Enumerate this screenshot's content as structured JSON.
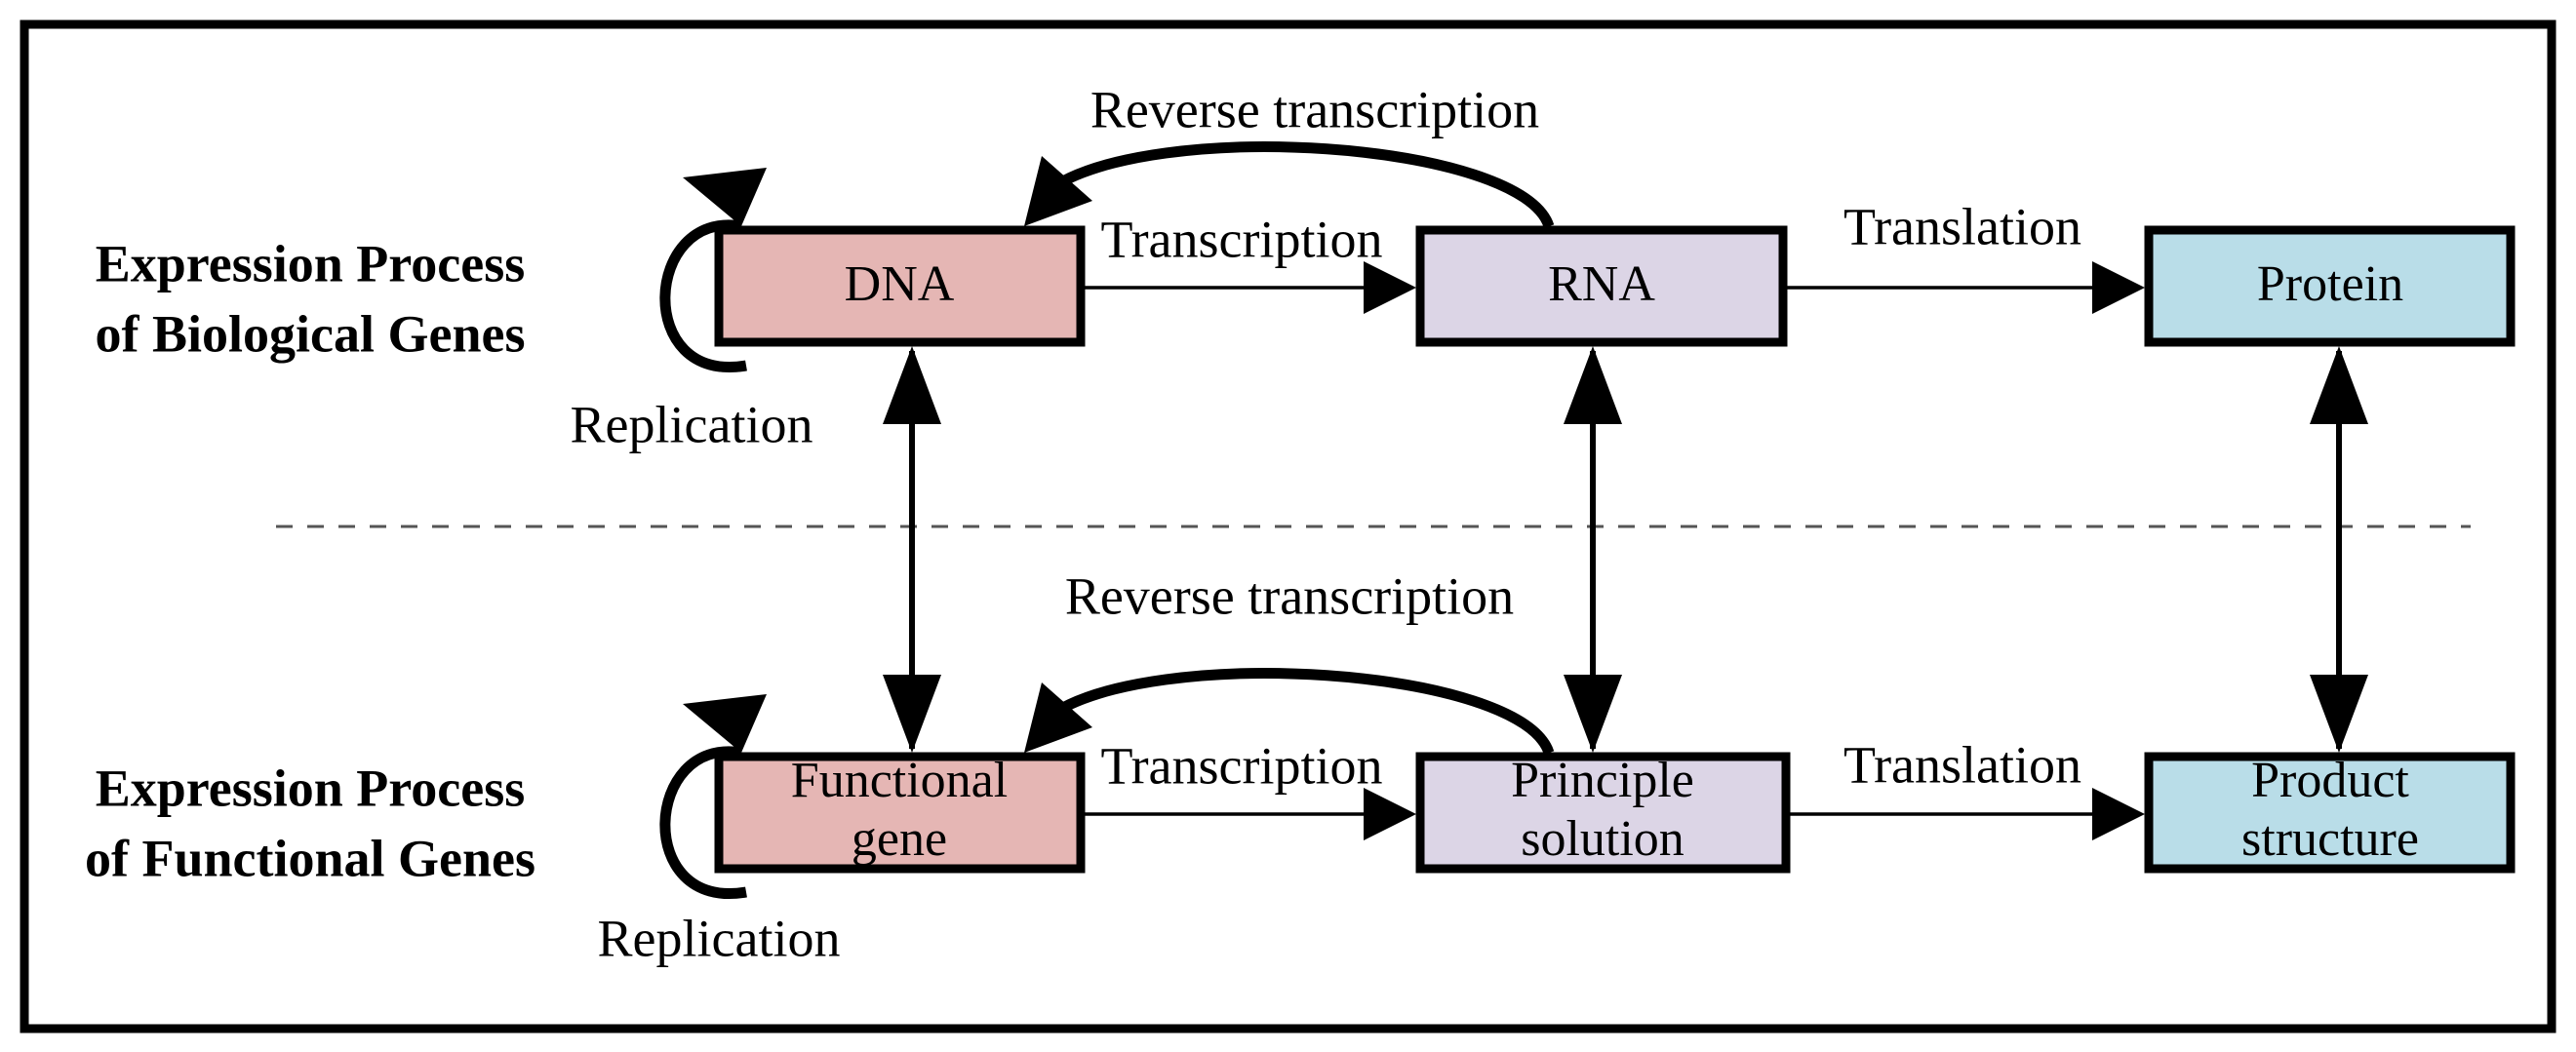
{
  "figure": {
    "title_present": false,
    "background": "#ffffff",
    "frame_color": "#000000"
  },
  "colors": {
    "gene_fill": "#e5b6b4",
    "rna_fill": "#dcd5e6",
    "protein_fill": "#b9dde8",
    "stroke": "#000000",
    "divider": "#555555"
  },
  "rows": [
    {
      "id": "biological",
      "label_line1": "Expression Process",
      "label_line2": "of Biological Genes"
    },
    {
      "id": "functional",
      "label_line1": "Expression Process",
      "label_line2": "of Functional Genes"
    }
  ],
  "nodes": [
    {
      "id": "dna",
      "label_line1": "DNA",
      "label_line2": "",
      "fill": "#e5b6b4",
      "row": "biological"
    },
    {
      "id": "rna",
      "label_line1": "RNA",
      "label_line2": "",
      "fill": "#dcd5e6",
      "row": "biological"
    },
    {
      "id": "protein",
      "label_line1": "Protein",
      "label_line2": "",
      "fill": "#b9dde8",
      "row": "biological"
    },
    {
      "id": "func_gene",
      "label_line1": "Functional",
      "label_line2": "gene",
      "fill": "#e5b6b4",
      "row": "functional"
    },
    {
      "id": "principle",
      "label_line1": "Principle",
      "label_line2": "solution",
      "fill": "#dcd5e6",
      "row": "functional"
    },
    {
      "id": "product",
      "label_line1": "Product",
      "label_line2": "structure",
      "fill": "#b9dde8",
      "row": "functional"
    }
  ],
  "edges": {
    "top": {
      "replication": "Replication",
      "transcription": "Transcription",
      "reverse_transcription": "Reverse transcription",
      "translation": "Translation"
    },
    "bottom": {
      "replication": "Replication",
      "transcription": "Transcription",
      "reverse_transcription": "Reverse transcription",
      "translation": "Translation"
    }
  }
}
